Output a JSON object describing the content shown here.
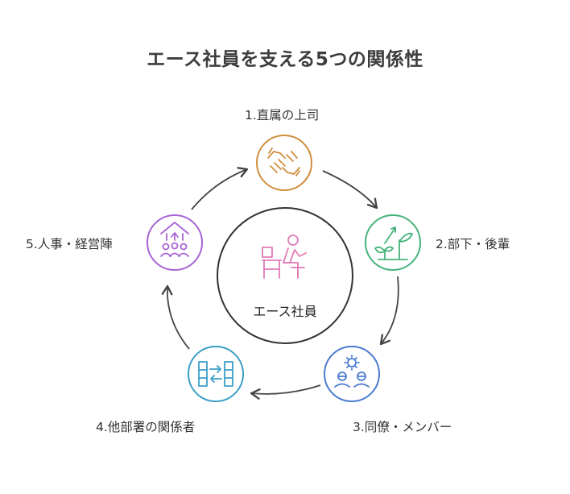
{
  "title": "エース社員を支える5つの関係性",
  "center": {
    "label": "エース社員",
    "icon": "person-at-desk-icon",
    "color": "#e27bb6"
  },
  "nodes": [
    {
      "id": 1,
      "label": "1.直属の上司",
      "icon": "handshake-icon",
      "color": "#d18e3e"
    },
    {
      "id": 2,
      "label": "2.部下・後輩",
      "icon": "growing-plant-icon",
      "color": "#46b27a"
    },
    {
      "id": 3,
      "label": "3.同僚・メンバー",
      "icon": "team-gear-icon",
      "color": "#4a7bd0"
    },
    {
      "id": 4,
      "label": "4.他部署の関係者",
      "icon": "exchange-arrows-icon",
      "color": "#3a9fc7"
    },
    {
      "id": 5,
      "label": "5.人事・経営陣",
      "icon": "group-upward-icon",
      "color": "#a864d6"
    }
  ],
  "arrow_color": "#444444"
}
